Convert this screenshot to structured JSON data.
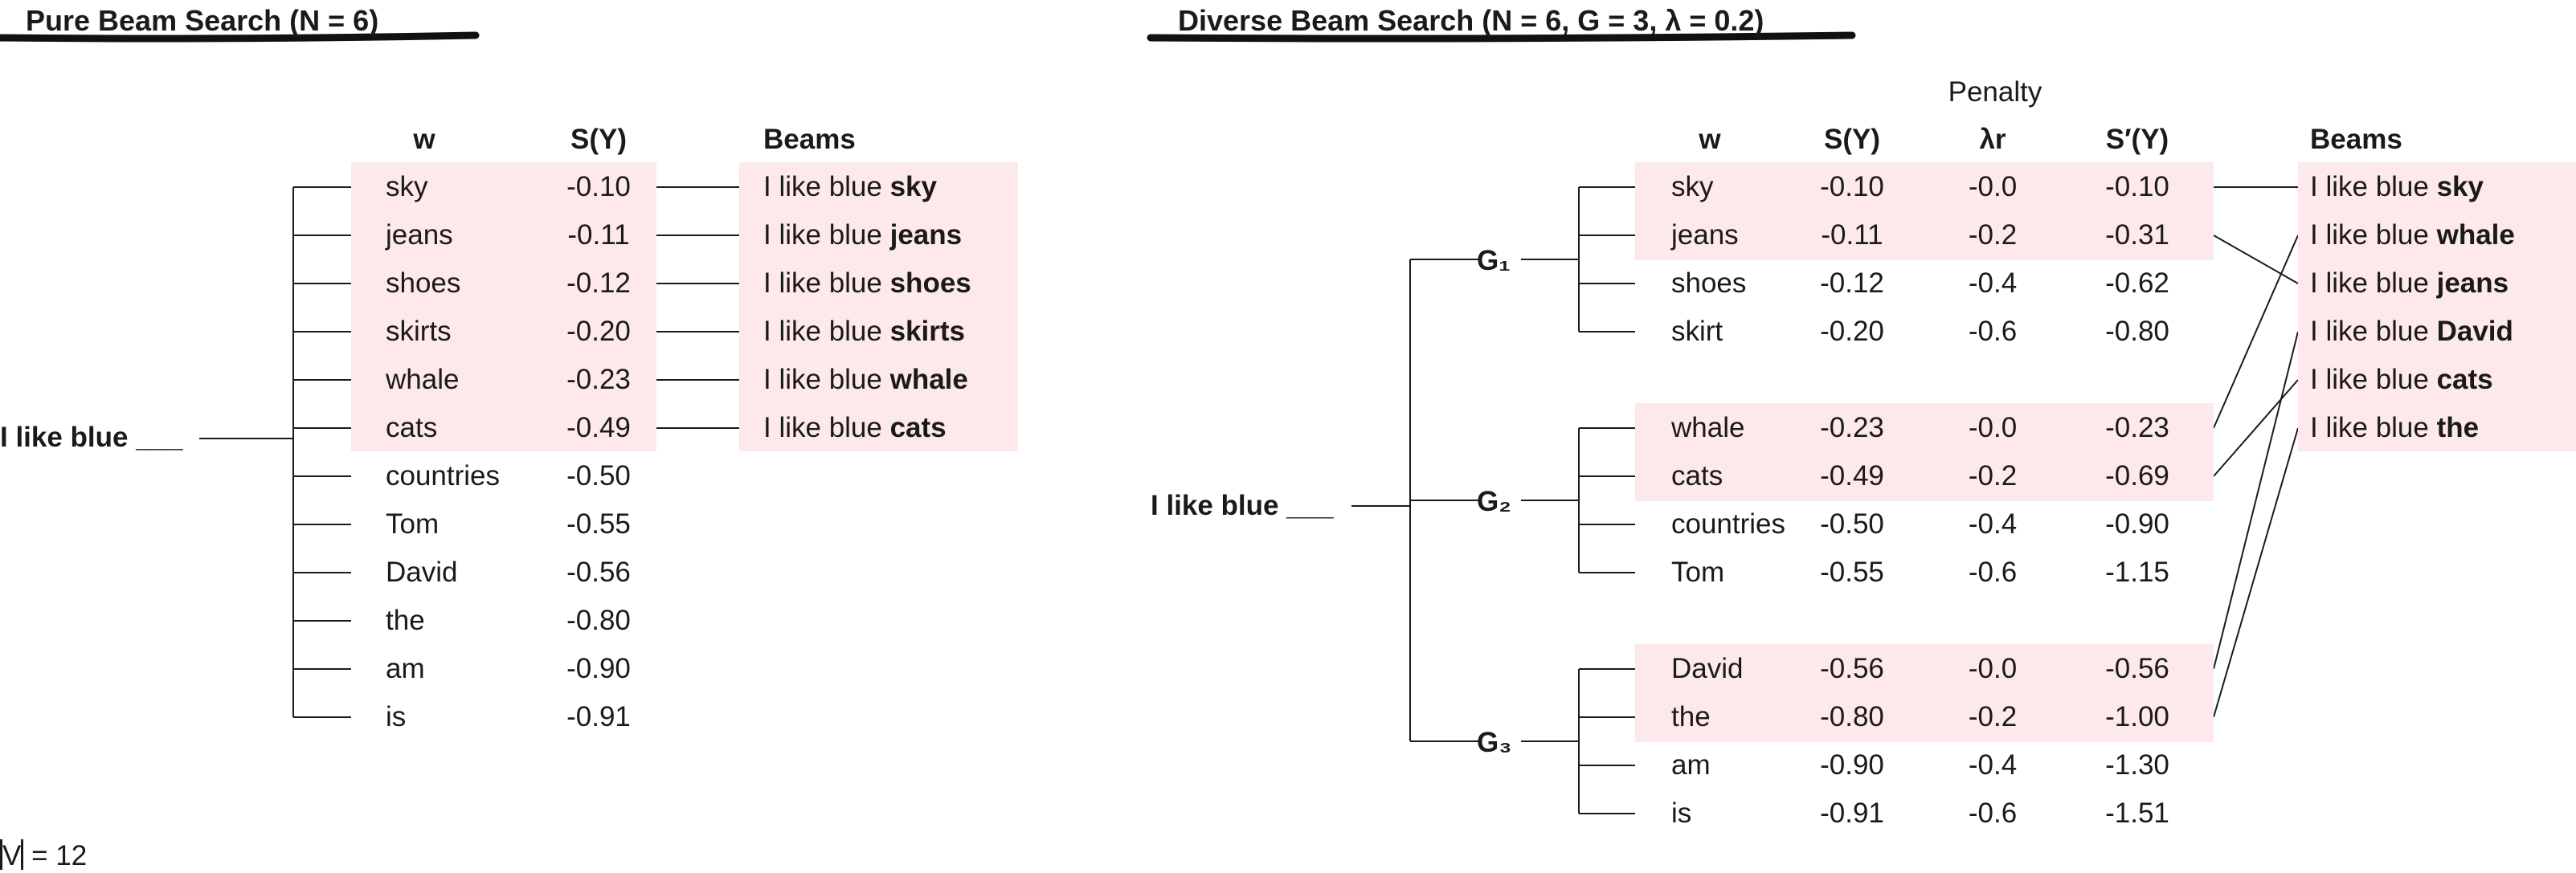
{
  "left": {
    "title": "Pure Beam Search (N = 6)",
    "headers": {
      "w": "w",
      "s": "S(Y)",
      "beams": "Beams"
    },
    "root": "I like blue ___",
    "words": [
      {
        "w": "sky",
        "s": "-0.10"
      },
      {
        "w": "jeans",
        "s": "-0.11"
      },
      {
        "w": "shoes",
        "s": "-0.12"
      },
      {
        "w": "skirts",
        "s": "-0.20"
      },
      {
        "w": "whale",
        "s": "-0.23"
      },
      {
        "w": "cats",
        "s": "-0.49"
      },
      {
        "w": "countries",
        "s": "-0.50"
      },
      {
        "w": "Tom",
        "s": "-0.55"
      },
      {
        "w": "David",
        "s": "-0.56"
      },
      {
        "w": "the",
        "s": "-0.80"
      },
      {
        "w": "am",
        "s": "-0.90"
      },
      {
        "w": "is",
        "s": "-0.91"
      }
    ],
    "beams": [
      {
        "prefix": "I like blue ",
        "word": "sky"
      },
      {
        "prefix": "I like blue ",
        "word": "jeans"
      },
      {
        "prefix": "I like blue ",
        "word": "shoes"
      },
      {
        "prefix": "I like blue ",
        "word": "skirts"
      },
      {
        "prefix": "I like blue ",
        "word": "whale"
      },
      {
        "prefix": "I like blue ",
        "word": "cats"
      }
    ],
    "vocab_label": "V",
    "vocab_value": " = 12"
  },
  "right": {
    "title": "Diverse Beam Search (N = 6, G = 3, λ = 0.2)",
    "penalty_label": "Penalty",
    "headers": {
      "w": "w",
      "s": "S(Y)",
      "lr": "λr",
      "sp": "S′(Y)",
      "beams": "Beams"
    },
    "root": "I like blue ___",
    "groups": [
      {
        "label": "G₁",
        "rows": [
          {
            "w": "sky",
            "s": "-0.10",
            "lr": "-0.0",
            "sp": "-0.10"
          },
          {
            "w": "jeans",
            "s": "-0.11",
            "lr": "-0.2",
            "sp": "-0.31"
          },
          {
            "w": "shoes",
            "s": "-0.12",
            "lr": "-0.4",
            "sp": "-0.62"
          },
          {
            "w": "skirt",
            "s": "-0.20",
            "lr": "-0.6",
            "sp": "-0.80"
          }
        ]
      },
      {
        "label": "G₂",
        "rows": [
          {
            "w": "whale",
            "s": "-0.23",
            "lr": "-0.0",
            "sp": "-0.23"
          },
          {
            "w": "cats",
            "s": "-0.49",
            "lr": "-0.2",
            "sp": "-0.69"
          },
          {
            "w": "countries",
            "s": "-0.50",
            "lr": "-0.4",
            "sp": "-0.90"
          },
          {
            "w": "Tom",
            "s": "-0.55",
            "lr": "-0.6",
            "sp": "-1.15"
          }
        ]
      },
      {
        "label": "G₃",
        "rows": [
          {
            "w": "David",
            "s": "-0.56",
            "lr": "-0.0",
            "sp": "-0.56"
          },
          {
            "w": "the",
            "s": "-0.80",
            "lr": "-0.2",
            "sp": "-1.00"
          },
          {
            "w": "am",
            "s": "-0.90",
            "lr": "-0.4",
            "sp": "-1.30"
          },
          {
            "w": "is",
            "s": "-0.91",
            "lr": "-0.6",
            "sp": "-1.51"
          }
        ]
      }
    ],
    "beams": [
      {
        "prefix": "I like blue ",
        "word": "sky"
      },
      {
        "prefix": "I like blue ",
        "word": "whale"
      },
      {
        "prefix": "I like blue ",
        "word": "jeans"
      },
      {
        "prefix": "I like blue ",
        "word": "David"
      },
      {
        "prefix": "I like blue ",
        "word": "cats"
      },
      {
        "prefix": "I like blue ",
        "word": "the"
      }
    ],
    "selected": [
      [
        0,
        0
      ],
      [
        0,
        1
      ],
      [
        1,
        0
      ],
      [
        1,
        1
      ],
      [
        2,
        0
      ],
      [
        2,
        1
      ]
    ],
    "beam_links": [
      [
        0,
        0
      ],
      [
        1,
        2
      ],
      [
        2,
        1
      ],
      [
        3,
        4
      ],
      [
        4,
        3
      ],
      [
        5,
        5
      ]
    ]
  },
  "colors": {
    "highlight": "#fde8ea",
    "ink": "#1a1a1a"
  }
}
